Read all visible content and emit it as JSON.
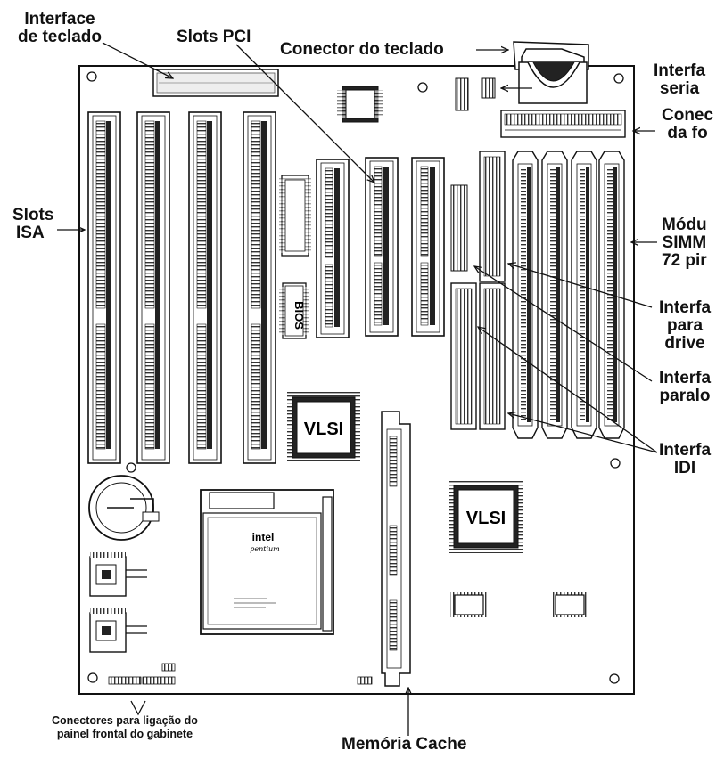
{
  "labels": {
    "interface_teclado": [
      "Interface",
      "de teclado"
    ],
    "slots_pci": "Slots PCI",
    "conector_teclado": "Conector do teclado",
    "interface_serial": [
      "Interfa",
      "seria"
    ],
    "conector_fonte": [
      "Conec",
      "da fo"
    ],
    "slots_isa": [
      "Slots",
      "ISA"
    ],
    "modulos_simm": [
      "Módu",
      "SIMM",
      "72 pir"
    ],
    "interface_drive": [
      "Interfa",
      "para",
      "drive"
    ],
    "interface_paralela": [
      "Interfa",
      "paralo"
    ],
    "interface_ide": [
      "Interfa",
      "IDI"
    ],
    "conectores_painel": [
      "Conectores para ligação do",
      "painel frontal do gabinete"
    ],
    "memoria_cache": "Memória Cache"
  },
  "chips": {
    "bios": "BIOS",
    "vlsi_1": "VLSI",
    "vlsi_2": "VLSI",
    "intel_logo": "intel",
    "pentium": "pentium"
  }
}
